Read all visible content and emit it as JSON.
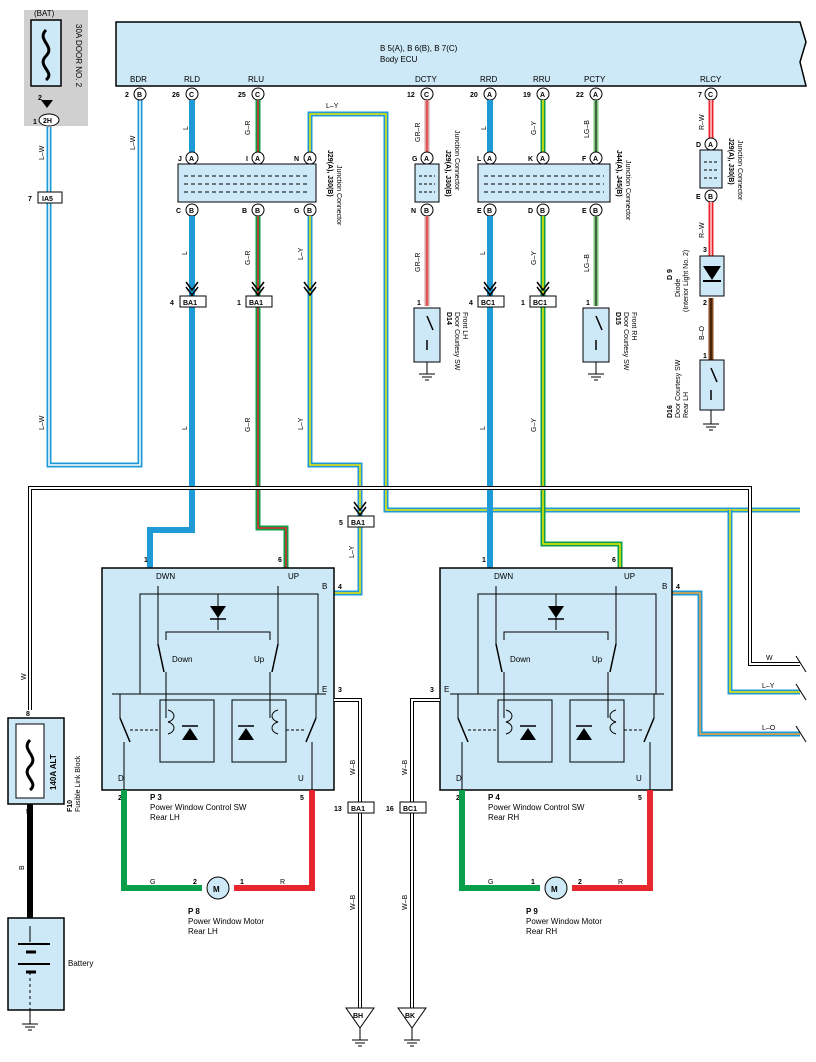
{
  "fuse_bat": {
    "bat_label": "(BAT)",
    "name": "30A DOOR NO. 2",
    "pin_top": "2",
    "pin_bottom": "1",
    "conn": "2H"
  },
  "body_ecu": {
    "title": "B 5(A), B 6(B), B 7(C)",
    "name": "Body ECU",
    "terms": [
      {
        "label": "BDR",
        "pin": "2",
        "conn": "B"
      },
      {
        "label": "RLD",
        "pin": "26",
        "conn": "C"
      },
      {
        "label": "RLU",
        "pin": "25",
        "conn": "C"
      },
      {
        "label": "DCTY",
        "pin": "12",
        "conn": "C"
      },
      {
        "label": "RRD",
        "pin": "20",
        "conn": "A"
      },
      {
        "label": "RRU",
        "pin": "19",
        "conn": "A"
      },
      {
        "label": "PCTY",
        "pin": "22",
        "conn": "A"
      },
      {
        "label": "RLCY",
        "pin": "7",
        "conn": "C"
      }
    ]
  },
  "wires": {
    "lw": "L–W",
    "l": "L",
    "gr": "G–R",
    "ly": "L–Y",
    "grr": "GR–R",
    "gy": "G–Y",
    "lgb": "LG–B",
    "rw": "R–W",
    "bo": "B–O",
    "w": "W",
    "b": "B",
    "wb": "W–B",
    "lo": "L–O",
    "g": "G",
    "r": "R"
  },
  "ia5": {
    "pin": "7",
    "name": "IA5"
  },
  "junctions": {
    "j1": {
      "name": "J29(A), J30(B)",
      "desc": "Junction Connector",
      "top": [
        {
          "pin": "J",
          "c": "A"
        },
        {
          "pin": "I",
          "c": "A"
        },
        {
          "pin": "N",
          "c": "A"
        }
      ],
      "bot": [
        {
          "pin": "C",
          "c": "B"
        },
        {
          "pin": "B",
          "c": "B"
        },
        {
          "pin": "G",
          "c": "B"
        }
      ]
    },
    "j2": {
      "name": "J29(A), J30(B)",
      "desc": "Junction Connector",
      "top": {
        "pin": "G",
        "c": "A"
      },
      "bot": {
        "pin": "N",
        "c": "B"
      }
    },
    "j3": {
      "name": "J44(A), J45(B)",
      "desc": "Junction Connector",
      "top": [
        {
          "pin": "L",
          "c": "A"
        },
        {
          "pin": "K",
          "c": "A"
        },
        {
          "pin": "F",
          "c": "A"
        }
      ],
      "bot": [
        {
          "pin": "E",
          "c": "B"
        },
        {
          "pin": "D",
          "c": "B"
        },
        {
          "pin": "E",
          "c": "B"
        }
      ]
    },
    "j4": {
      "name": "J29(A), J30(B)",
      "desc": "Junction Connector",
      "top": {
        "pin": "D",
        "c": "A"
      },
      "bot": {
        "pin": "E",
        "c": "B"
      }
    }
  },
  "conns": {
    "ba1": "BA1",
    "bc1": "BC1",
    "ba1_a_pin": "4",
    "ba1_b_pin": "1",
    "bc1_a_pin": "4",
    "bc1_b_pin": "1",
    "ba1_c_pin": "5",
    "ba1_d_pin": "13",
    "bc1_d_pin": "16",
    "bh": "BH",
    "bk": "BK"
  },
  "d14": {
    "code": "D14",
    "name": "Door Courtesy SW",
    "sub": "Front LH",
    "pin": "1"
  },
  "d15": {
    "code": "D15",
    "name": "Door Courtesy SW",
    "sub": "Front RH",
    "pin": "1"
  },
  "d9": {
    "code": "D 9",
    "name": "Diode",
    "sub": "(Interior Light No. 2)",
    "pin_top": "3",
    "pin_bot": "2"
  },
  "d16": {
    "code": "D16",
    "name": "Door Courtesy SW",
    "sub": "Rear LH",
    "pin": "1"
  },
  "p3": {
    "code": "P 3",
    "name": "Power Window Control SW",
    "sub": "Rear LH",
    "dwn": "DWN",
    "up": "UP",
    "b": "B",
    "e": "E",
    "d": "D",
    "u": "U",
    "down": "Down",
    "upsw": "Up",
    "pin_dwn": "1",
    "pin_up": "6",
    "pin_b": "4",
    "pin_e": "3",
    "pin_d": "2",
    "pin_u": "5"
  },
  "p4": {
    "code": "P 4",
    "name": "Power Window Control SW",
    "sub": "Rear RH",
    "dwn": "DWN",
    "up": "UP",
    "b": "B",
    "e": "E",
    "d": "D",
    "u": "U",
    "down": "Down",
    "upsw": "Up",
    "pin_dwn": "1",
    "pin_up": "6",
    "pin_b": "4",
    "pin_e": "3",
    "pin_d": "2",
    "pin_u": "5"
  },
  "p8": {
    "code": "P 8",
    "name": "Power Window Motor",
    "sub": "Rear LH",
    "m": "M",
    "pin_a": "2",
    "pin_b": "1"
  },
  "p9": {
    "code": "P 9",
    "name": "Power Window Motor",
    "sub": "Rear RH",
    "m": "M",
    "pin_a": "1",
    "pin_b": "2"
  },
  "f10": {
    "code": "F10",
    "name": "Fusible Link Block",
    "fuse": "140A ALT",
    "pin_top": "8",
    "pin_bot": "5"
  },
  "battery": {
    "name": "Battery"
  },
  "colors": {
    "blue": "#1e9bd7",
    "lightblue": "#cde8f6",
    "red": "#e8262d",
    "green": "#0aa04b",
    "yellow": "#f3e600",
    "lightgreen": "#7ec77e",
    "brown": "#8a4a1c",
    "rose": "#d9a0a0"
  }
}
